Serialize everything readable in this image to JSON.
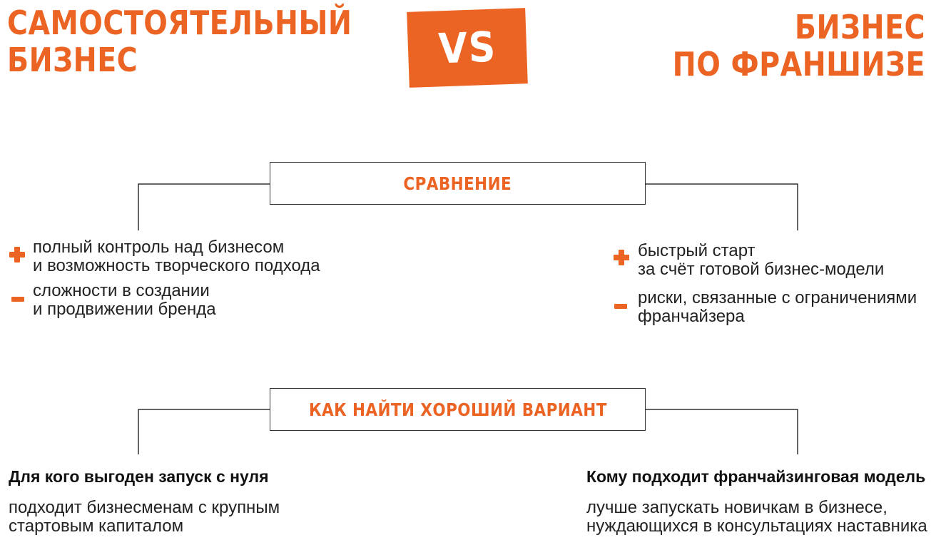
{
  "header": {
    "left_title_line1": "САМОСТОЯТЕЛЬНЫЙ",
    "left_title_line2": "БИЗНЕС",
    "vs": "VS",
    "right_title_line1": "БИЗНЕС",
    "right_title_line2": "ПО ФРАНШИЗЕ"
  },
  "comparison": {
    "title": "СРАВНЕНИЕ",
    "left": {
      "plus_line1": "полный контроль над бизнесом",
      "plus_line2": "и возможность творческого подхода",
      "minus_line1": "сложности в создании",
      "minus_line2": "и продвижении бренда"
    },
    "right": {
      "plus_line1": "быстрый старт",
      "plus_line2": "за счёт готовой бизнес-модели",
      "minus_line1": "риски, связанные с ограничениями",
      "minus_line2": "франчайзера"
    }
  },
  "howto": {
    "title": "КАК НАЙТИ ХОРОШИЙ ВАРИАНТ",
    "left": {
      "heading": "Для кого выгоден запуск с нуля",
      "line1": "подходит бизнесменам с крупным",
      "line2": "стартовым капиталом"
    },
    "right": {
      "heading": "Кому подходит франчайзинговая модель",
      "line1": "лучше запускать новичкам в бизнесе,",
      "line2": "нуждающихся в консультациях наставника"
    }
  },
  "colors": {
    "accent": "#ec6423",
    "line": "#333333",
    "text": "#222222"
  }
}
